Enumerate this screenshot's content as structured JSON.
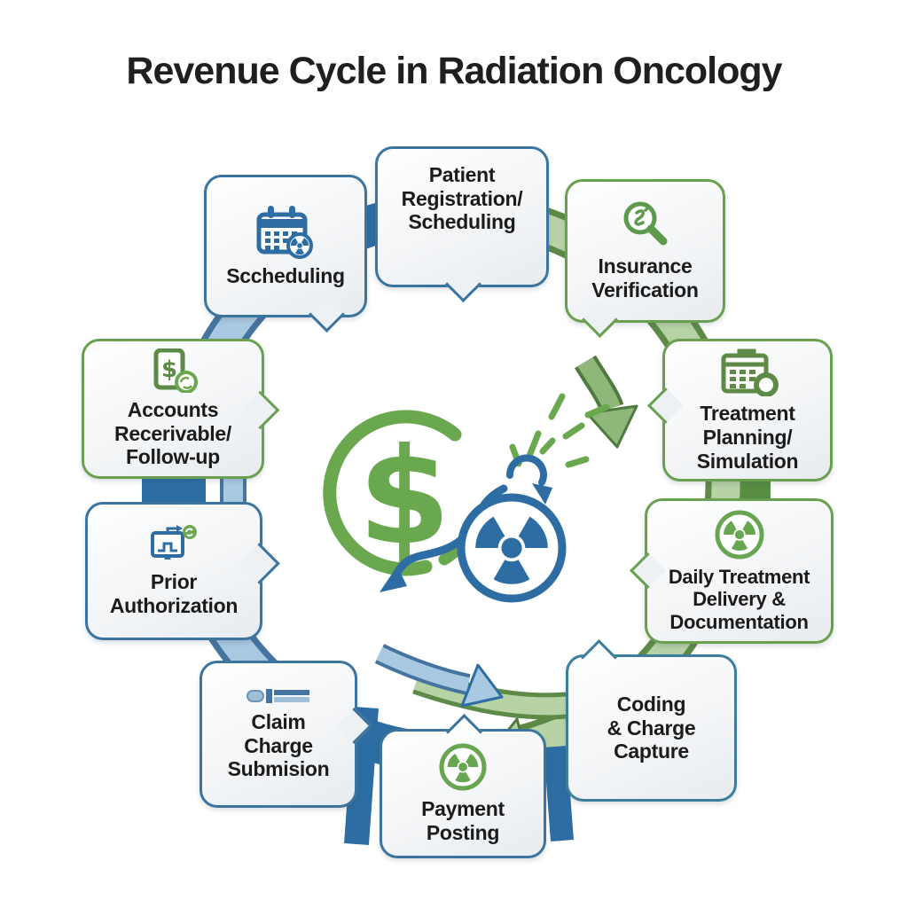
{
  "title": "Revenue Cycle in Radiation Oncology",
  "center": {
    "dollar_sign": "$",
    "icons": [
      "dollar-cycle-icon",
      "radiation-circle-icon",
      "fuse-arrow-icon",
      "spark-dashes-icon"
    ]
  },
  "colors": {
    "blue_dark": "#2d6da3",
    "blue_mid": "#44749f",
    "blue_light": "#a9c8e1",
    "green_dark": "#578e41",
    "green_mid": "#6aa84f",
    "green_light": "#b7d3a6",
    "box_border_blue": "#3b749f",
    "box_border_green": "#68a050",
    "box_border_teal": "#3c7e9b",
    "text": "#1b1b1b"
  },
  "steps": [
    {
      "id": "patient-registration",
      "label": "Patient\nRegistration/\nScheduling",
      "border": "blue",
      "icon": null
    },
    {
      "id": "insurance-verification",
      "label": "Insurance\nVerification",
      "border": "green",
      "icon": "magnifier-icon"
    },
    {
      "id": "treatment-planning",
      "label": "Treatment\nPlanning/\nSimulation",
      "border": "green",
      "icon": "calendar-clock-icon"
    },
    {
      "id": "daily-treatment",
      "label": "Daily Treatment\nDelivery &\nDocumentation",
      "border": "green",
      "icon": "radiation-icon"
    },
    {
      "id": "coding-charge-capture",
      "label": "Coding\n& Charge\nCapture",
      "border": "teal",
      "icon": null
    },
    {
      "id": "payment-posting",
      "label": "Payment\nPosting",
      "border": "blue",
      "icon": "radiation-icon"
    },
    {
      "id": "claim-charge-submission",
      "label": "Claim\nCharge\nSubmision",
      "border": "blue",
      "icon": "pencil-icon"
    },
    {
      "id": "prior-authorization",
      "label": "Prior\nAuthorization",
      "border": "blue",
      "icon": "flowchart-icon"
    },
    {
      "id": "accounts-receivable",
      "label": "Accounts\nRecerivable/\nFollow-up",
      "border": "green",
      "icon": "dollar-document-icon"
    },
    {
      "id": "scheduling",
      "label": "Sccheduling",
      "border": "blue",
      "icon": "calendar-radiation-icon"
    }
  ]
}
